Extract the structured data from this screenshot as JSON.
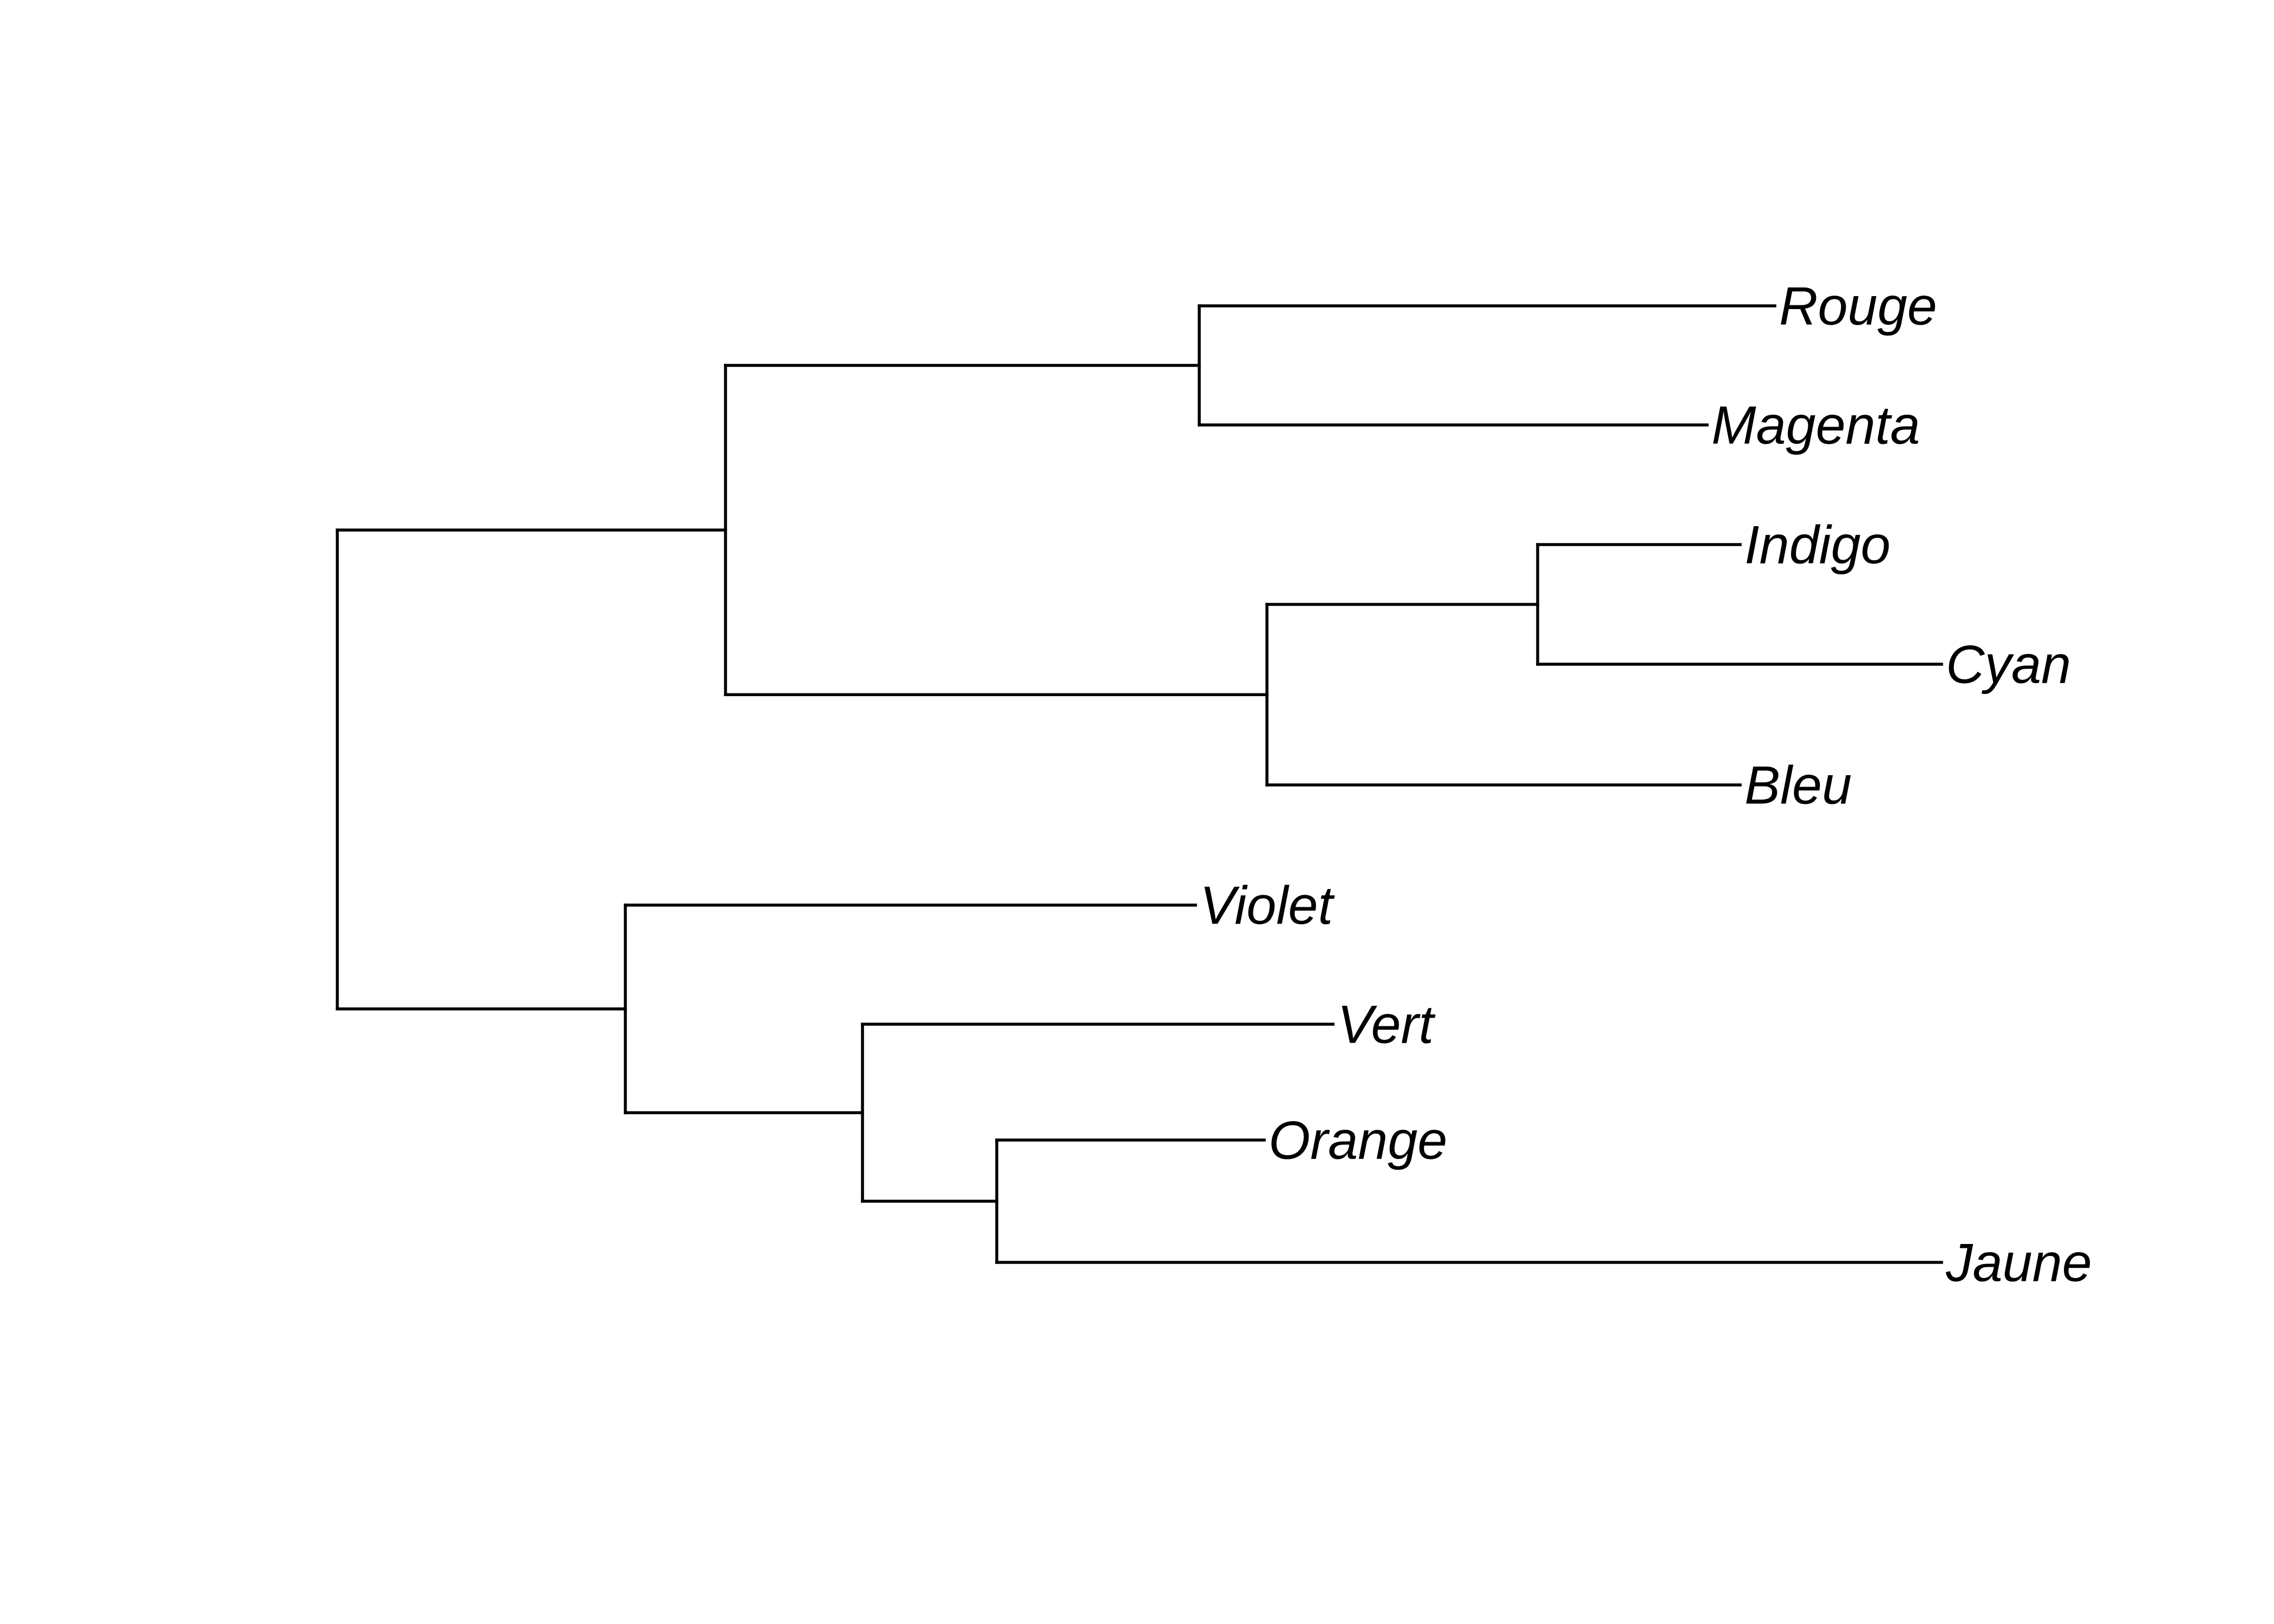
{
  "diagram": {
    "type": "phylogram",
    "orientation": "left-to-right",
    "line_color": "#000000",
    "label_color": "#000000",
    "background": "#ffffff",
    "tips": [
      {
        "id": "rouge",
        "label": "Rouge"
      },
      {
        "id": "magenta",
        "label": "Magenta"
      },
      {
        "id": "indigo",
        "label": "Indigo"
      },
      {
        "id": "cyan",
        "label": "Cyan"
      },
      {
        "id": "bleu",
        "label": "Bleu"
      },
      {
        "id": "violet",
        "label": "Violet"
      },
      {
        "id": "vert",
        "label": "Vert"
      },
      {
        "id": "orange",
        "label": "Orange"
      },
      {
        "id": "jaune",
        "label": "Jaune"
      }
    ],
    "tree": {
      "id": "root",
      "children": [
        {
          "id": "clade-warm-blue",
          "children": [
            {
              "id": "clade-rouge-magenta",
              "children": [
                {
                  "tip": "rouge"
                },
                {
                  "tip": "magenta"
                }
              ]
            },
            {
              "id": "clade-blue",
              "children": [
                {
                  "id": "clade-indigo-cyan",
                  "children": [
                    {
                      "tip": "indigo"
                    },
                    {
                      "tip": "cyan"
                    }
                  ]
                },
                {
                  "tip": "bleu"
                }
              ]
            }
          ]
        },
        {
          "id": "clade-violet-yellow",
          "children": [
            {
              "tip": "violet"
            },
            {
              "id": "clade-green-yellow",
              "children": [
                {
                  "tip": "vert"
                },
                {
                  "id": "clade-orange-jaune",
                  "children": [
                    {
                      "tip": "orange"
                    },
                    {
                      "tip": "jaune"
                    }
                  ]
                }
              ]
            }
          ]
        }
      ]
    }
  }
}
